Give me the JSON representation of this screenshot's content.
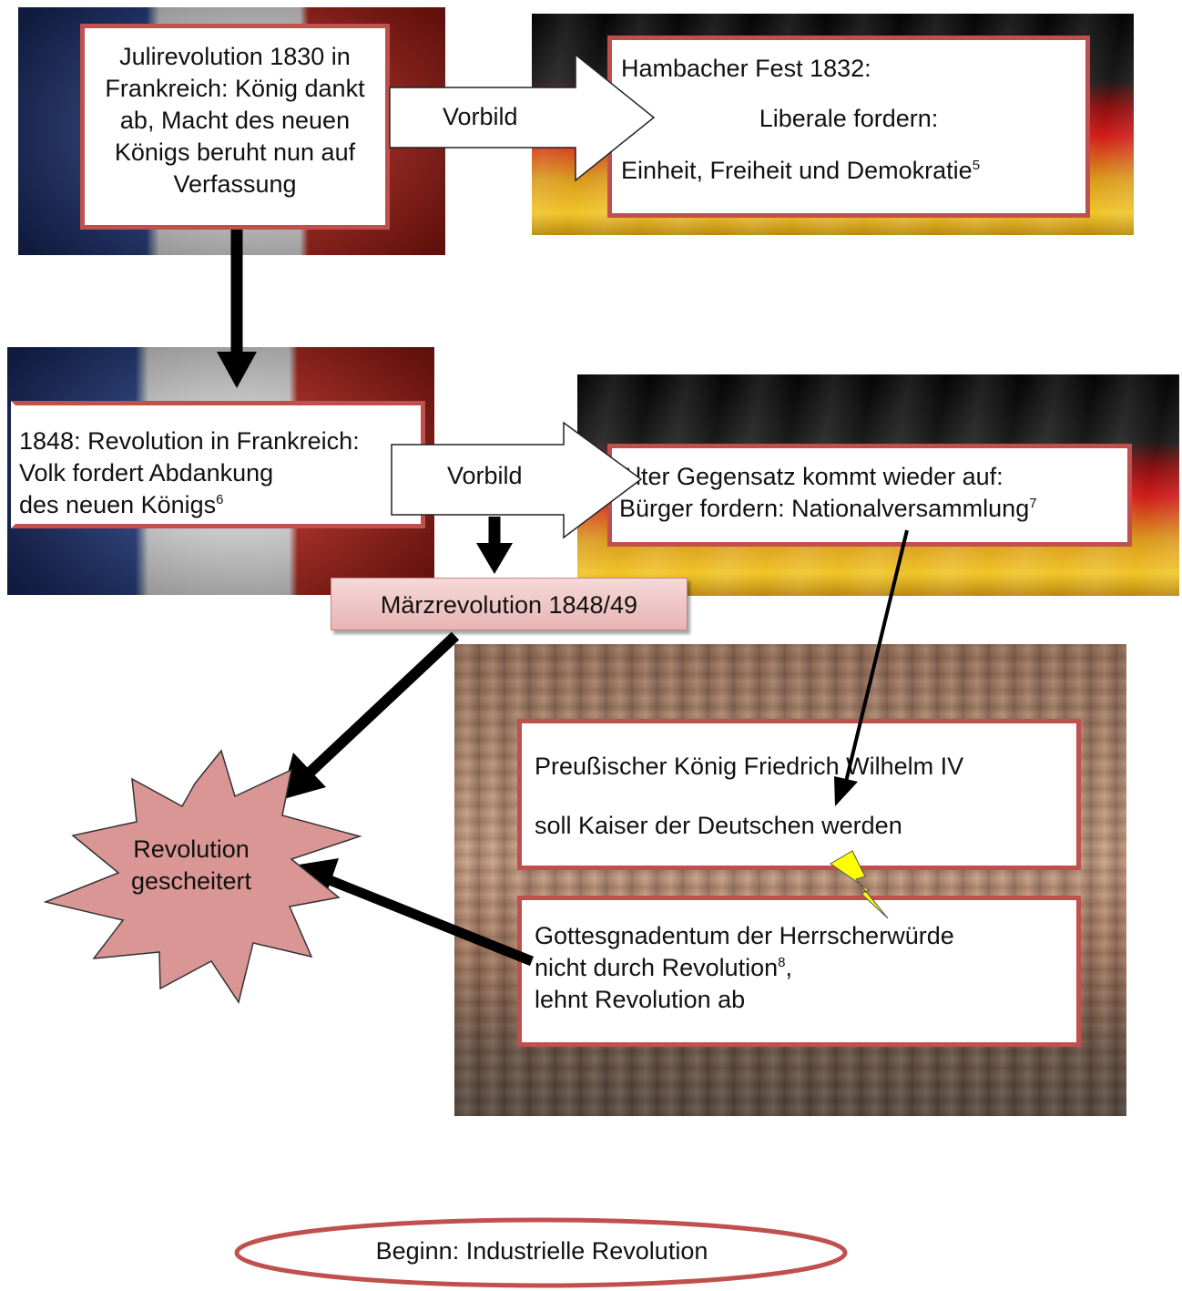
{
  "boxes": {
    "julirevolution": "Julirevolution 1830 in Frankreich: König dankt ab, Macht des neuen Königs beruht nun auf Verfassung",
    "hambach_title": "Hambacher Fest 1832:",
    "hambach_line2": "Liberale fordern:",
    "hambach_line3": "Einheit, Freiheit und Demokratie",
    "hambach_sup": "5",
    "rev1848_line1": "1848: Revolution in Frankreich:",
    "rev1848_line2": "Volk fordert Abdankung",
    "rev1848_line3": "des neuen Königs",
    "rev1848_sup": "6",
    "gegensatz_line1": "Alter Gegensatz kommt wieder auf:",
    "gegensatz_line2": "Bürger fordern: Nationalversammlung",
    "gegensatz_sup": "7",
    "maerzrevolution": "Märzrevolution 1848/49",
    "kaiser_line1": "Preußischer König Friedrich Wilhelm IV",
    "kaiser_line2": "soll Kaiser der Deutschen werden",
    "gottes_line1": "Gottesgnadentum der Herrscherwürde",
    "gottes_line2": "nicht durch Revolution",
    "gottes_sup": "8",
    "gottes_comma": ",",
    "gottes_line3": "lehnt Revolution ab",
    "gescheitert_line1": "Revolution",
    "gescheitert_line2": "gescheitert",
    "industrie": "Beginn: Industrielle Revolution"
  },
  "arrows": {
    "vorbild_1": "Vorbild",
    "vorbild_2": "Vorbild"
  },
  "colors": {
    "box_border": "#c0504d",
    "starburst_fill": "#d99694",
    "maerz_fill": "#f2c9c9",
    "lightning": "#ffff00"
  }
}
